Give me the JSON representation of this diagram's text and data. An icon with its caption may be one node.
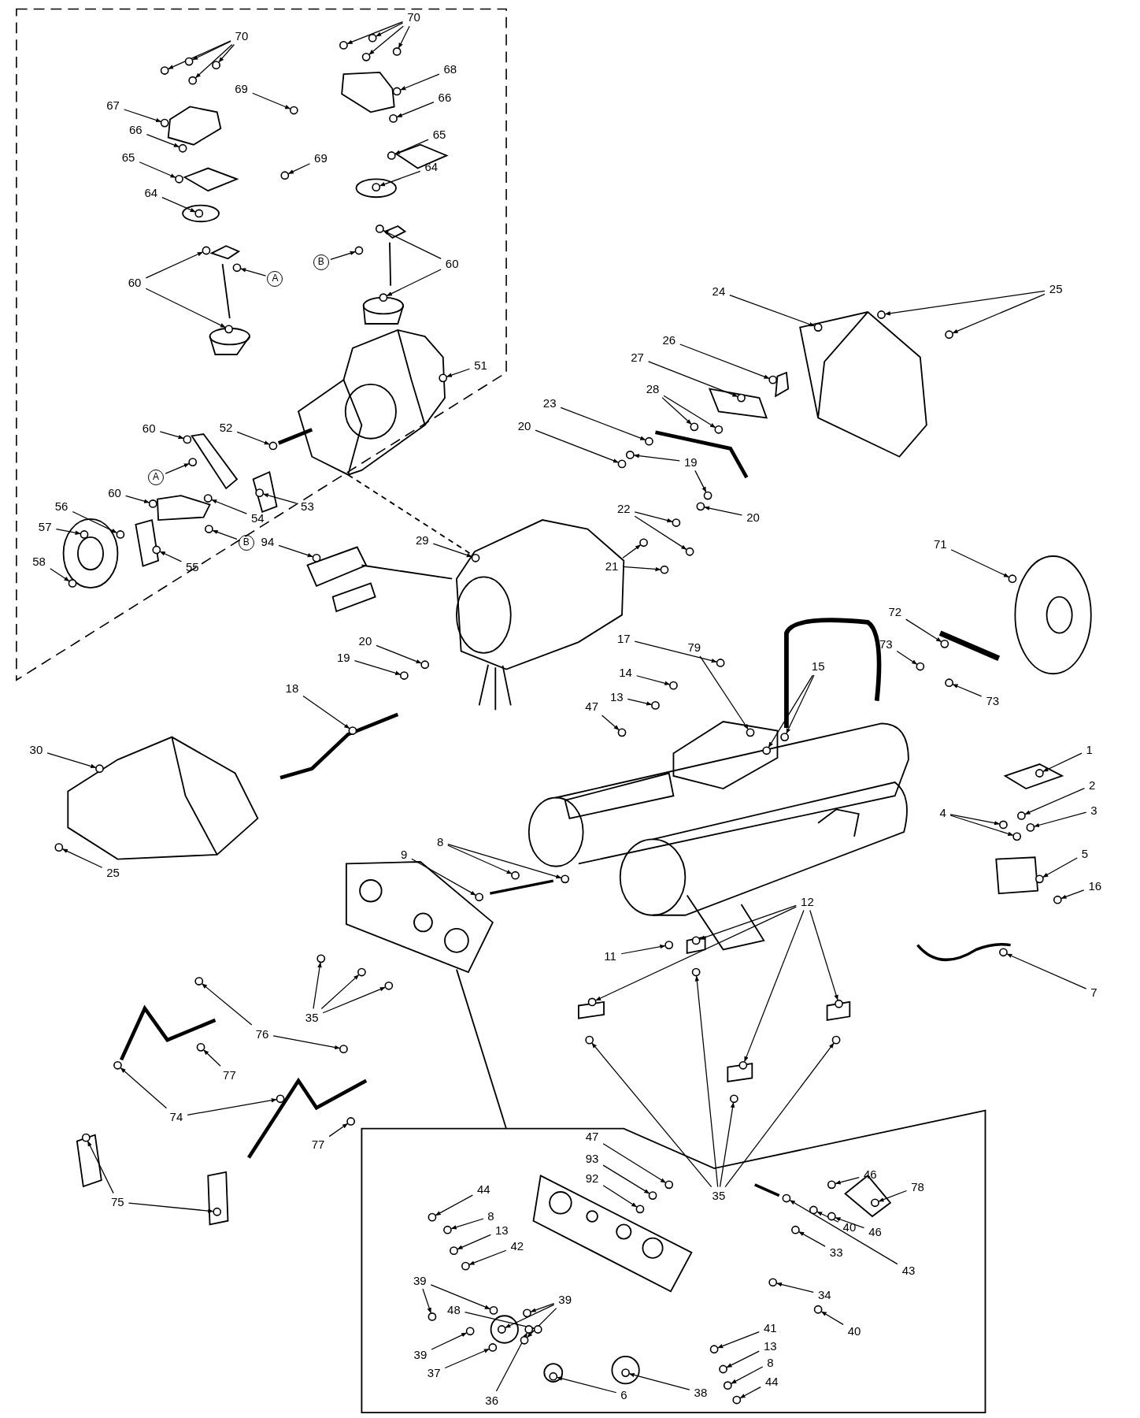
{
  "diagram": {
    "nodes": [
      {
        "text": [
          "70"
        ]
      },
      {
        "text": [
          "70"
        ]
      },
      {
        "text": [
          "67"
        ]
      },
      {
        "text": [
          "68"
        ]
      },
      {
        "text": [
          "69"
        ]
      },
      {
        "text": [
          "66"
        ]
      },
      {
        "text": [
          "66"
        ]
      },
      {
        "text": [
          "65"
        ]
      },
      {
        "text": [
          "69"
        ]
      },
      {
        "text": [
          "65"
        ]
      },
      {
        "text": [
          "64"
        ]
      },
      {
        "text": [
          "64"
        ]
      },
      {
        "text": [
          "60"
        ]
      },
      {
        "text": [
          "A"
        ]
      },
      {
        "text": [
          "B"
        ]
      },
      {
        "text": [
          "60"
        ]
      },
      {
        "text": [
          "51"
        ]
      },
      {
        "text": [
          "60"
        ]
      },
      {
        "text": [
          "52"
        ]
      },
      {
        "text": [
          "A"
        ]
      },
      {
        "text": [
          "53"
        ]
      },
      {
        "text": [
          "60"
        ]
      },
      {
        "text": [
          "54"
        ]
      },
      {
        "text": [
          "56"
        ]
      },
      {
        "text": [
          "57"
        ]
      },
      {
        "text": [
          "B"
        ]
      },
      {
        "text": [
          "94"
        ]
      },
      {
        "text": [
          "29"
        ]
      },
      {
        "text": [
          "55"
        ]
      },
      {
        "text": [
          "58"
        ]
      },
      {
        "text": [
          "24"
        ]
      },
      {
        "text": [
          "25"
        ]
      },
      {
        "text": [
          "26"
        ]
      },
      {
        "text": [
          "27"
        ]
      },
      {
        "text": [
          "28"
        ]
      },
      {
        "text": [
          "23"
        ]
      },
      {
        "text": [
          "20"
        ]
      },
      {
        "text": [
          "19"
        ]
      },
      {
        "text": [
          "20"
        ]
      },
      {
        "text": [
          "22"
        ]
      },
      {
        "text": [
          "21"
        ]
      },
      {
        "text": [
          "71"
        ]
      },
      {
        "text": [
          "72"
        ]
      },
      {
        "text": [
          "73"
        ]
      },
      {
        "text": [
          "17"
        ]
      },
      {
        "text": [
          "79"
        ]
      },
      {
        "text": [
          "15"
        ]
      },
      {
        "text": [
          "14"
        ]
      },
      {
        "text": [
          "20"
        ]
      },
      {
        "text": [
          "19"
        ]
      },
      {
        "text": [
          "13"
        ]
      },
      {
        "text": [
          "73"
        ]
      },
      {
        "text": [
          "18"
        ]
      },
      {
        "text": [
          "47"
        ]
      },
      {
        "text": [
          "30"
        ]
      },
      {
        "text": [
          "1"
        ]
      },
      {
        "text": [
          "2"
        ]
      },
      {
        "text": [
          "3"
        ]
      },
      {
        "text": [
          "4"
        ]
      },
      {
        "text": [
          "8"
        ]
      },
      {
        "text": [
          "5"
        ]
      },
      {
        "text": [
          "9"
        ]
      },
      {
        "text": [
          "25"
        ]
      },
      {
        "text": [
          "16"
        ]
      },
      {
        "text": [
          "12"
        ]
      },
      {
        "text": [
          "11"
        ]
      },
      {
        "text": [
          "76"
        ]
      },
      {
        "text": [
          "35"
        ]
      },
      {
        "text": [
          "7"
        ]
      },
      {
        "text": [
          "77"
        ]
      },
      {
        "text": [
          "74"
        ]
      },
      {
        "text": [
          "35"
        ]
      },
      {
        "text": [
          "77"
        ]
      },
      {
        "text": [
          "75"
        ]
      },
      {
        "text": [
          "47"
        ]
      },
      {
        "text": [
          "46"
        ]
      },
      {
        "text": [
          "93"
        ]
      },
      {
        "text": [
          "78"
        ]
      },
      {
        "text": [
          "92"
        ]
      },
      {
        "text": [
          "44"
        ]
      },
      {
        "text": [
          "8"
        ]
      },
      {
        "text": [
          "40"
        ]
      },
      {
        "text": [
          "13"
        ]
      },
      {
        "text": [
          "46"
        ]
      },
      {
        "text": [
          "42"
        ]
      },
      {
        "text": [
          "43"
        ]
      },
      {
        "text": [
          "33"
        ]
      },
      {
        "text": [
          "39"
        ]
      },
      {
        "text": [
          "48"
        ]
      },
      {
        "text": [
          "39"
        ]
      },
      {
        "text": [
          "34"
        ]
      },
      {
        "text": [
          "40"
        ]
      },
      {
        "text": [
          "41"
        ]
      },
      {
        "text": [
          "13"
        ]
      },
      {
        "text": [
          "39"
        ]
      },
      {
        "text": [
          "37"
        ]
      },
      {
        "text": [
          "8"
        ]
      },
      {
        "text": [
          "44"
        ]
      },
      {
        "text": [
          "38"
        ]
      },
      {
        "text": [
          "6"
        ]
      },
      {
        "text": [
          "36"
        ]
      },
      {
        "text": [],
        "shape": "circle"
      },
      {
        "text": [],
        "shape": "circle"
      },
      {
        "text": [],
        "shape": "circle"
      },
      {
        "text": [],
        "shape": "circle"
      },
      {
        "text": [],
        "shape": "circle"
      },
      {
        "text": [],
        "shape": "circle"
      },
      {
        "text": [],
        "shape": "circle"
      },
      {
        "text": [],
        "shape": "circle"
      },
      {
        "text": [],
        "shape": "circle"
      },
      {
        "text": [],
        "shape": "circle"
      },
      {
        "text": [],
        "shape": "circle"
      },
      {
        "text": [],
        "shape": "circle"
      },
      {
        "text": [],
        "shape": "circle"
      },
      {
        "text": [],
        "shape": "circle"
      },
      {
        "text": [],
        "shape": "circle"
      },
      {
        "text": [],
        "shape": "circle"
      },
      {
        "text": [],
        "shape": "circle"
      },
      {
        "text": [],
        "shape": "circle"
      },
      {
        "text": [],
        "shape": "circle"
      },
      {
        "text": [],
        "shape": "circle"
      },
      {
        "text": [],
        "shape": "circle"
      },
      {
        "text": [],
        "shape": "circle"
      },
      {
        "text": [],
        "shape": "circle"
      },
      {
        "text": [],
        "shape": "circle"
      },
      {
        "text": [],
        "shape": "circle"
      },
      {
        "text": [],
        "shape": "circle"
      },
      {
        "text": [],
        "shape": "circle"
      },
      {
        "text": [],
        "shape": "circle"
      },
      {
        "text": [],
        "shape": "circle"
      },
      {
        "text": [],
        "shape": "circle"
      },
      {
        "text": [],
        "shape": "circle"
      },
      {
        "text": [],
        "shape": "circle"
      },
      {
        "text": [],
        "shape": "circle"
      },
      {
        "text": [],
        "shape": "circle"
      },
      {
        "text": [],
        "shape": "circle"
      },
      {
        "text": [],
        "shape": "circle"
      },
      {
        "text": [],
        "shape": "circle"
      },
      {
        "text": [],
        "shape": "circle"
      },
      {
        "text": [],
        "shape": "circle"
      },
      {
        "text": [],
        "shape": "circle"
      },
      {
        "text": [],
        "shape": "circle"
      },
      {
        "text": [],
        "shape": "circle"
      },
      {
        "text": [],
        "shape": "circle"
      },
      {
        "text": [],
        "shape": "circle"
      },
      {
        "text": [],
        "shape": "circle"
      },
      {
        "text": [],
        "shape": "circle"
      },
      {
        "text": [],
        "shape": "circle"
      },
      {
        "text": [],
        "shape": "circle"
      },
      {
        "text": [],
        "shape": "circle"
      },
      {
        "text": [],
        "shape": "circle"
      },
      {
        "text": [],
        "shape": "circle"
      },
      {
        "text": [],
        "shape": "circle"
      },
      {
        "text": [],
        "shape": "circle"
      },
      {
        "text": [],
        "shape": "circle"
      },
      {
        "text": [],
        "shape": "circle"
      },
      {
        "text": [],
        "shape": "circle"
      },
      {
        "text": [],
        "shape": "circle"
      },
      {
        "text": [],
        "shape": "circle"
      },
      {
        "text": [],
        "shape": "circle"
      },
      {
        "text": [],
        "shape": "circle"
      },
      {
        "text": [],
        "shape": "circle"
      },
      {
        "text": [],
        "shape": "circle"
      },
      {
        "text": [],
        "shape": "circle"
      },
      {
        "text": [],
        "shape": "circle"
      },
      {
        "text": [],
        "shape": "circle"
      },
      {
        "text": [],
        "shape": "circle"
      },
      {
        "text": [],
        "shape": "circle"
      },
      {
        "text": [],
        "shape": "circle"
      },
      {
        "text": [],
        "shape": "circle"
      },
      {
        "text": [],
        "shape": "circle"
      },
      {
        "text": [],
        "shape": "circle"
      },
      {
        "text": [],
        "shape": "circle"
      },
      {
        "text": [],
        "shape": "circle"
      },
      {
        "text": [],
        "shape": "circle"
      },
      {
        "text": [],
        "shape": "circle"
      },
      {
        "text": [],
        "shape": "circle"
      },
      {
        "text": [],
        "shape": "circle"
      },
      {
        "text": [],
        "shape": "circle"
      },
      {
        "text": [],
        "shape": "circle"
      },
      {
        "text": [],
        "shape": "circle"
      },
      {
        "text": [],
        "shape": "circle"
      },
      {
        "text": [],
        "shape": "circle"
      },
      {
        "text": [],
        "shape": "circle"
      },
      {
        "text": [],
        "shape": "circle"
      },
      {
        "text": [],
        "shape": "circle"
      },
      {
        "text": [],
        "shape": "circle"
      },
      {
        "text": [],
        "shape": "circle"
      },
      {
        "text": [],
        "shape": "circle"
      },
      {
        "text": [],
        "shape": "circle"
      },
      {
        "text": [],
        "shape": "circle"
      },
      {
        "text": [],
        "shape": "circle"
      },
      {
        "text": [],
        "shape": "circle"
      },
      {
        "text": [],
        "shape": "circle"
      },
      {
        "text": [],
        "shape": "circle"
      },
      {
        "text": [],
        "shape": "circle"
      },
      {
        "text": [],
        "shape": "circle"
      },
      {
        "text": [],
        "shape": "circle"
      },
      {
        "text": [],
        "shape": "circle"
      },
      {
        "text": [],
        "shape": "circle"
      },
      {
        "text": [],
        "shape": "circle"
      },
      {
        "text": [],
        "shape": "circle"
      },
      {
        "text": [],
        "shape": "circle"
      },
      {
        "text": [],
        "shape": "circle"
      },
      {
        "text": [],
        "shape": "circle"
      },
      {
        "text": [],
        "shape": "circle"
      },
      {
        "text": [],
        "shape": "circle"
      },
      {
        "text": [],
        "shape": "circle"
      },
      {
        "text": [],
        "shape": "circle"
      },
      {
        "text": [],
        "shape": "circle"
      },
      {
        "text": [],
        "shape": "circle"
      },
      {
        "text": [],
        "shape": "circle"
      },
      {
        "text": [],
        "shape": "circle"
      },
      {
        "text": [],
        "shape": "circle"
      },
      {
        "text": [],
        "shape": "circle"
      },
      {
        "text": [],
        "shape": "circle"
      },
      {
        "text": [],
        "shape": "circle"
      },
      {
        "text": [],
        "shape": "circle"
      },
      {
        "text": [],
        "shape": "circle"
      },
      {
        "text": [],
        "shape": "circle"
      },
      {
        "text": [],
        "shape": "circle"
      },
      {
        "text": [],
        "shape": "circle"
      },
      {
        "text": [],
        "shape": "circle"
      },
      {
        "text": [],
        "shape": "circle"
      },
      {
        "text": [],
        "shape": "circle"
      },
      {
        "text": [],
        "shape": "circle"
      },
      {
        "text": [],
        "shape": "circle"
      },
      {
        "text": [],
        "shape": "circle"
      },
      {
        "text": [],
        "shape": "circle"
      },
      {
        "text": [],
        "shape": "circle"
      },
      {
        "text": [],
        "shape": "circle"
      },
      {
        "text": [],
        "shape": "circle"
      }
    ],
    "edges": [
      {
        "from": 0,
        "to": 101,
        "arrow": "to"
      },
      {
        "from": 0,
        "to": 102,
        "arrow": "to"
      },
      {
        "from": 0,
        "to": 103,
        "arrow": "to"
      },
      {
        "from": 0,
        "to": 104,
        "arrow": "to"
      },
      {
        "from": 1,
        "to": 105,
        "arrow": "to"
      },
      {
        "from": 1,
        "to": 106,
        "arrow": "to"
      },
      {
        "from": 1,
        "to": 107,
        "arrow": "to"
      },
      {
        "from": 1,
        "to": 108,
        "arrow": "to"
      },
      {
        "from": 2,
        "to": 109,
        "arrow": "to"
      },
      {
        "from": 3,
        "to": 110,
        "arrow": "to"
      },
      {
        "from": 4,
        "to": 111,
        "arrow": "to"
      },
      {
        "from": 5,
        "to": 112,
        "arrow": "to"
      },
      {
        "from": 6,
        "to": 113,
        "arrow": "to"
      },
      {
        "from": 7,
        "to": 114,
        "arrow": "to"
      },
      {
        "from": 8,
        "to": 115,
        "arrow": "to"
      },
      {
        "from": 9,
        "to": 116,
        "arrow": "to"
      },
      {
        "from": 10,
        "to": 117,
        "arrow": "to"
      },
      {
        "from": 11,
        "to": 118,
        "arrow": "to"
      },
      {
        "from": 12,
        "to": 119,
        "arrow": "to"
      },
      {
        "from": 12,
        "to": 120,
        "arrow": "to"
      },
      {
        "from": 13,
        "to": 121,
        "arrow": "to"
      },
      {
        "from": 14,
        "to": 122,
        "arrow": "to"
      },
      {
        "from": 15,
        "to": 123,
        "arrow": "to"
      },
      {
        "from": 15,
        "to": 124,
        "arrow": "to"
      },
      {
        "from": 16,
        "to": 125,
        "arrow": "to"
      },
      {
        "from": 17,
        "to": 126,
        "arrow": "to"
      },
      {
        "from": 18,
        "to": 127,
        "arrow": "to"
      },
      {
        "from": 19,
        "to": 128,
        "arrow": "to"
      },
      {
        "from": 20,
        "to": 129,
        "arrow": "to"
      },
      {
        "from": 21,
        "to": 130,
        "arrow": "to"
      },
      {
        "from": 22,
        "to": 131,
        "arrow": "to"
      },
      {
        "from": 23,
        "to": 132,
        "arrow": "to"
      },
      {
        "from": 24,
        "to": 133,
        "arrow": "to"
      },
      {
        "from": 25,
        "to": 134,
        "arrow": "to"
      },
      {
        "from": 26,
        "to": 135,
        "arrow": "to"
      },
      {
        "from": 27,
        "to": 136,
        "arrow": "to"
      },
      {
        "from": 28,
        "to": 137,
        "arrow": "to"
      },
      {
        "from": 29,
        "to": 138,
        "arrow": "to"
      },
      {
        "from": 30,
        "to": 139,
        "arrow": "to"
      },
      {
        "from": 31,
        "to": 140,
        "arrow": "to"
      },
      {
        "from": 31,
        "to": 141,
        "arrow": "to"
      },
      {
        "from": 32,
        "to": 142,
        "arrow": "to"
      },
      {
        "from": 33,
        "to": 143,
        "arrow": "to"
      },
      {
        "from": 34,
        "to": 144,
        "arrow": "to"
      },
      {
        "from": 34,
        "to": 145,
        "arrow": "to"
      },
      {
        "from": 35,
        "to": 146,
        "arrow": "to"
      },
      {
        "from": 36,
        "to": 147,
        "arrow": "to"
      },
      {
        "from": 37,
        "to": 148,
        "arrow": "to"
      },
      {
        "from": 37,
        "to": 149,
        "arrow": "to"
      },
      {
        "from": 38,
        "to": 150,
        "arrow": "to"
      },
      {
        "from": 39,
        "to": 151,
        "arrow": "to"
      },
      {
        "from": 39,
        "to": 152,
        "arrow": "to"
      },
      {
        "from": 40,
        "to": 153,
        "arrow": "to"
      },
      {
        "from": 40,
        "to": 154,
        "arrow": "to"
      },
      {
        "from": 41,
        "to": 155,
        "arrow": "to"
      },
      {
        "from": 42,
        "to": 156,
        "arrow": "to"
      },
      {
        "from": 43,
        "to": 157,
        "arrow": "to"
      },
      {
        "from": 44,
        "to": 158,
        "arrow": "to"
      },
      {
        "from": 45,
        "to": 159,
        "arrow": "to"
      },
      {
        "from": 46,
        "to": 160,
        "arrow": "to"
      },
      {
        "from": 46,
        "to": 161,
        "arrow": "to"
      },
      {
        "from": 47,
        "to": 162,
        "arrow": "to"
      },
      {
        "from": 48,
        "to": 163,
        "arrow": "to"
      },
      {
        "from": 49,
        "to": 164,
        "arrow": "to"
      },
      {
        "from": 50,
        "to": 165,
        "arrow": "to"
      },
      {
        "from": 51,
        "to": 166,
        "arrow": "to"
      },
      {
        "from": 52,
        "to": 167,
        "arrow": "to"
      },
      {
        "from": 53,
        "to": 168,
        "arrow": "to"
      },
      {
        "from": 54,
        "to": 169,
        "arrow": "to"
      },
      {
        "from": 55,
        "to": 170,
        "arrow": "to"
      },
      {
        "from": 56,
        "to": 171,
        "arrow": "to"
      },
      {
        "from": 57,
        "to": 172,
        "arrow": "to"
      },
      {
        "from": 58,
        "to": 173,
        "arrow": "to"
      },
      {
        "from": 58,
        "to": 174,
        "arrow": "to"
      },
      {
        "from": 59,
        "to": 175,
        "arrow": "to"
      },
      {
        "from": 59,
        "to": 176,
        "arrow": "to"
      },
      {
        "from": 60,
        "to": 177,
        "arrow": "to"
      },
      {
        "from": 61,
        "to": 178,
        "arrow": "to"
      },
      {
        "from": 62,
        "to": 179,
        "arrow": "to"
      },
      {
        "from": 63,
        "to": 180,
        "arrow": "to"
      },
      {
        "from": 64,
        "to": 181,
        "arrow": "to"
      },
      {
        "from": 64,
        "to": 182,
        "arrow": "to"
      },
      {
        "from": 64,
        "to": 183,
        "arrow": "to"
      },
      {
        "from": 64,
        "to": 184,
        "arrow": "to"
      },
      {
        "from": 65,
        "to": 185,
        "arrow": "to"
      },
      {
        "from": 66,
        "to": 186,
        "arrow": "to"
      },
      {
        "from": 66,
        "to": 187,
        "arrow": "to"
      },
      {
        "from": 67,
        "to": 188,
        "arrow": "to"
      },
      {
        "from": 67,
        "to": 189,
        "arrow": "to"
      },
      {
        "from": 67,
        "to": 190,
        "arrow": "to"
      },
      {
        "from": 68,
        "to": 191,
        "arrow": "to"
      },
      {
        "from": 69,
        "to": 192,
        "arrow": "to"
      },
      {
        "from": 70,
        "to": 193,
        "arrow": "to"
      },
      {
        "from": 70,
        "to": 194,
        "arrow": "to"
      },
      {
        "from": 71,
        "to": 195,
        "arrow": "to"
      },
      {
        "from": 71,
        "to": 196,
        "arrow": "to"
      },
      {
        "from": 71,
        "to": 197,
        "arrow": "to"
      },
      {
        "from": 71,
        "to": 198,
        "arrow": "to"
      },
      {
        "from": 72,
        "to": 199,
        "arrow": "to"
      },
      {
        "from": 73,
        "to": 200,
        "arrow": "to"
      },
      {
        "from": 73,
        "to": 201,
        "arrow": "to"
      },
      {
        "from": 74,
        "to": 202,
        "arrow": "to"
      },
      {
        "from": 75,
        "to": 203,
        "arrow": "to"
      },
      {
        "from": 76,
        "to": 204,
        "arrow": "to"
      },
      {
        "from": 77,
        "to": 205,
        "arrow": "to"
      },
      {
        "from": 78,
        "to": 206,
        "arrow": "to"
      },
      {
        "from": 79,
        "to": 207,
        "arrow": "to"
      },
      {
        "from": 80,
        "to": 208,
        "arrow": "to"
      },
      {
        "from": 81,
        "to": 209,
        "arrow": "to"
      },
      {
        "from": 82,
        "to": 210,
        "arrow": "to"
      },
      {
        "from": 83,
        "to": 211,
        "arrow": "to"
      },
      {
        "from": 84,
        "to": 212,
        "arrow": "to"
      },
      {
        "from": 85,
        "to": 213,
        "arrow": "to"
      },
      {
        "from": 86,
        "to": 214,
        "arrow": "to"
      },
      {
        "from": 87,
        "to": 215,
        "arrow": "to"
      },
      {
        "from": 87,
        "to": 216,
        "arrow": "to"
      },
      {
        "from": 88,
        "to": 217,
        "arrow": "to"
      },
      {
        "from": 89,
        "to": 218,
        "arrow": "to"
      },
      {
        "from": 89,
        "to": 219,
        "arrow": "to"
      },
      {
        "from": 89,
        "to": 220,
        "arrow": "to"
      },
      {
        "from": 90,
        "to": 221,
        "arrow": "to"
      },
      {
        "from": 91,
        "to": 222,
        "arrow": "to"
      },
      {
        "from": 92,
        "to": 223,
        "arrow": "to"
      },
      {
        "from": 93,
        "to": 224,
        "arrow": "to"
      },
      {
        "from": 94,
        "to": 225,
        "arrow": "to"
      },
      {
        "from": 95,
        "to": 226,
        "arrow": "to"
      },
      {
        "from": 96,
        "to": 227,
        "arrow": "to"
      },
      {
        "from": 97,
        "to": 228,
        "arrow": "to"
      },
      {
        "from": 98,
        "to": 229,
        "arrow": "to"
      },
      {
        "from": 99,
        "to": 230,
        "arrow": "to"
      },
      {
        "from": 100,
        "to": 231,
        "arrow": "to"
      }
    ]
  }
}
